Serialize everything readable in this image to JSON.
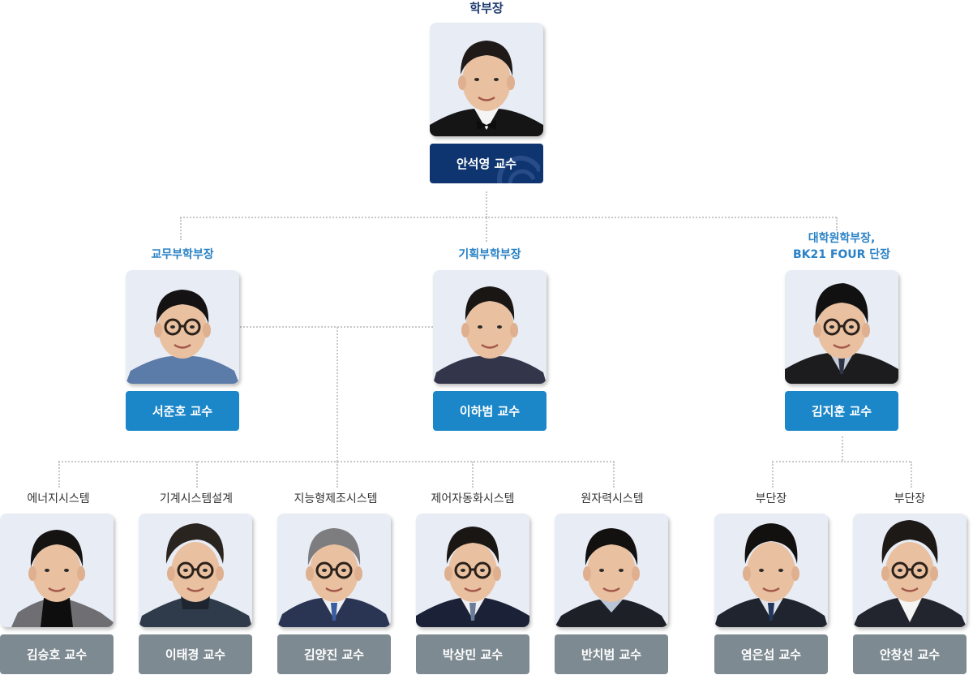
{
  "colors": {
    "dean_button": "#0f3570",
    "vice_button": "#1b87c9",
    "prof_button": "#7d8a91",
    "vice_role_text": "#2a82c6",
    "dean_role_text": "#1c3a6e",
    "photo_bg": "#e8ecf5",
    "connector": "#c8c8c8"
  },
  "dean": {
    "role": "학부장",
    "name": "안석영 교수",
    "photo": "portrait-man-bowtie"
  },
  "vice_deans": [
    {
      "role": "교무부학부장",
      "name": "서준호 교수",
      "photo": "portrait-man-glasses-denim"
    },
    {
      "role": "기획부학부장",
      "name": "이하범 교수",
      "photo": "portrait-man-smiling"
    },
    {
      "role_line1": "대학원학부장,",
      "role_line2": "BK21 FOUR 단장",
      "name": "김지훈 교수",
      "photo": "portrait-man-glasses-suit"
    }
  ],
  "divisions": [
    {
      "role": "에너지시스템",
      "name": "김승호 교수",
      "photo": "portrait-man-turtleneck"
    },
    {
      "role": "기계시스템설계",
      "name": "이태경 교수",
      "photo": "portrait-man-glasses-sweater"
    },
    {
      "role": "지능형제조시스템",
      "name": "김양진 교수",
      "photo": "portrait-man-glasses-suit-gray"
    },
    {
      "role": "제어자동화시스템",
      "name": "박상민 교수",
      "photo": "portrait-man-glasses-suit-navy"
    },
    {
      "role": "원자력시스템",
      "name": "반치범 교수",
      "photo": "portrait-man-sweater"
    }
  ],
  "bk21_deputies": [
    {
      "role": "부단장",
      "name": "염은섭 교수",
      "photo": "portrait-man-suit-tie"
    },
    {
      "role": "부단장",
      "name": "안창선 교수",
      "photo": "portrait-man-glasses-suit-white"
    }
  ]
}
